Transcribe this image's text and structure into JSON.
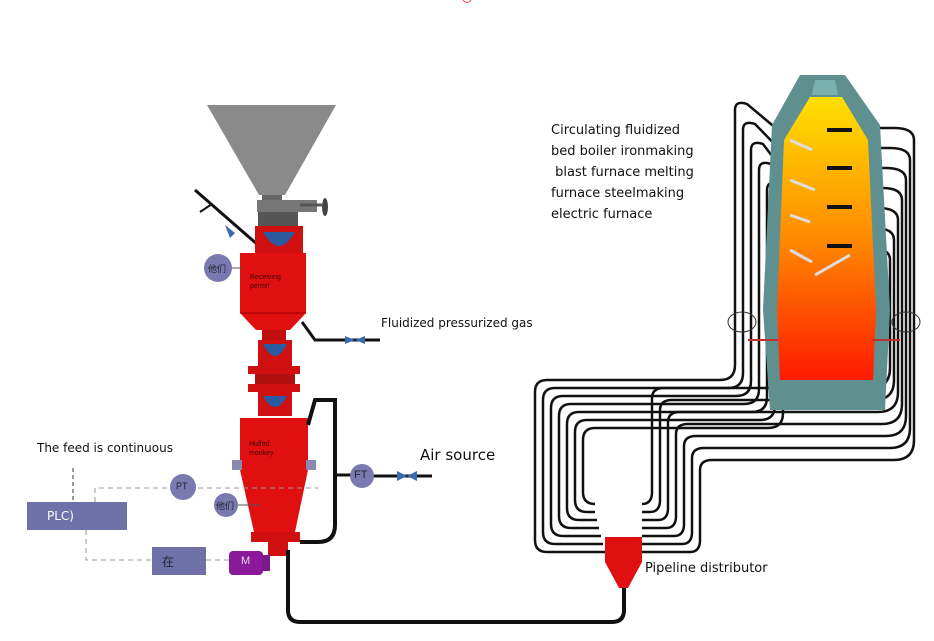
{
  "labels": {
    "furnace_types": [
      "Circulating fluidized",
      "bed boiler ironmaking",
      " blast furnace melting",
      "furnace steelmaking",
      "electric furnace"
    ],
    "fluidized_gas": "Fluidized pressurized gas",
    "air_source": "Air source",
    "feed_continuous": "The feed is continuous",
    "plc": "PLC)",
    "pipeline_distributor": "Pipeline distributor",
    "receiving_vessel": [
      "Receiving",
      "permit"
    ],
    "fluffed_vessel": [
      "Huffed",
      "monkey"
    ],
    "gauge_1": "他们",
    "gauge_2": "PT",
    "gauge_3": "他们",
    "ft": "FT",
    "controller": "在",
    "motor": "M"
  },
  "colors": {
    "vessel": "#e01010",
    "hopper": "#888888",
    "gauge": "#7a7ab0",
    "furnace_shell": "#5f8f8f",
    "motor": "#8a1a9a"
  }
}
